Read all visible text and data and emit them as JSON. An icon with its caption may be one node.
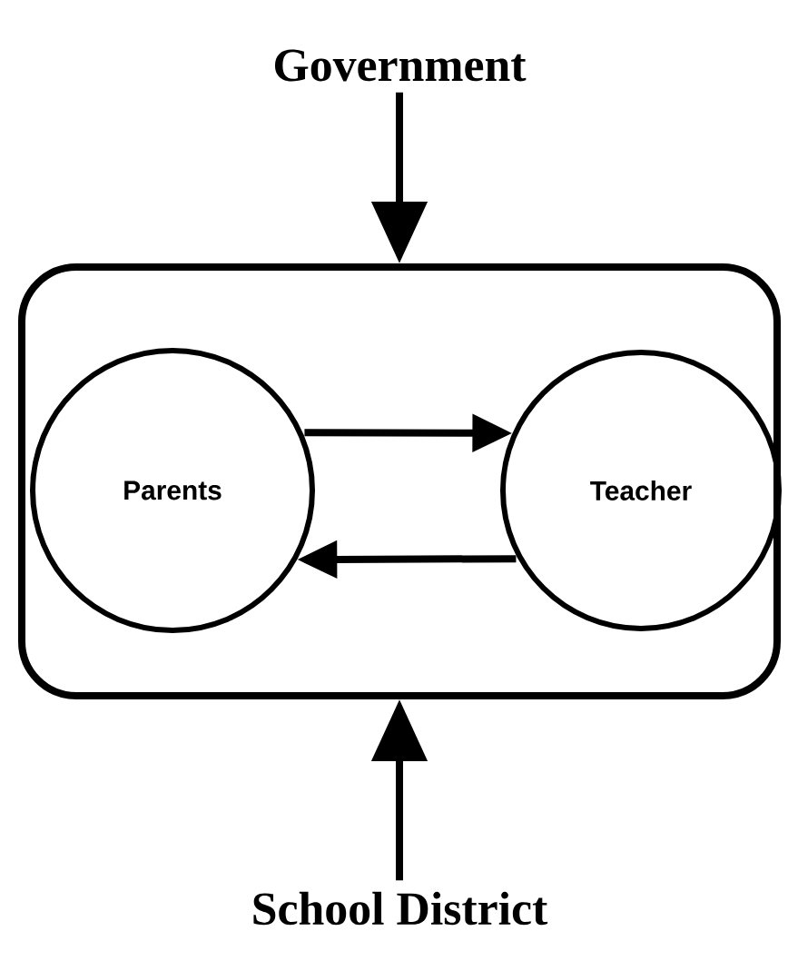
{
  "diagram": {
    "nodes": [
      {
        "text": [
          "Government"
        ]
      },
      {
        "text": [],
        "shape": "box"
      },
      {
        "text": [
          "Parents"
        ],
        "in": 1
      },
      {
        "text": [
          "Teacher"
        ],
        "in": 1
      },
      {
        "text": [
          "School District"
        ]
      }
    ],
    "edges": [
      {
        "from": 0,
        "to": 1,
        "arrow": "to"
      },
      {
        "from": 2,
        "to": 3,
        "arrow": "to"
      },
      {
        "from": 3,
        "to": 2,
        "arrow": "to"
      },
      {
        "from": 4,
        "to": 1,
        "arrow": "to"
      }
    ]
  }
}
